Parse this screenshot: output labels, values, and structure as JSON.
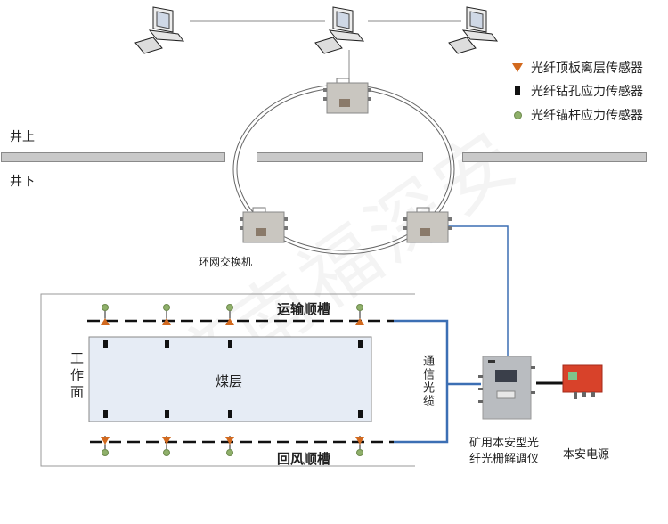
{
  "legend": {
    "items": [
      {
        "label": "光纤顶板离层传感器",
        "icon": "orange-triangle"
      },
      {
        "label": "光纤钻孔应力传感器",
        "icon": "black-rect"
      },
      {
        "label": "光纤锚杆应力传感器",
        "icon": "green-dot"
      }
    ]
  },
  "levels": {
    "surface": "井上",
    "underground": "井下"
  },
  "network": {
    "computers": [
      "computer-left",
      "computer-center",
      "computer-right"
    ],
    "ring_switch_label": "环网交换机"
  },
  "workface": {
    "label": "工作面",
    "coal_seam": "煤层",
    "transport_roadway": "运输顺槽",
    "return_roadway": "回风顺槽",
    "cable_label": "通信光缆"
  },
  "devices": {
    "demodulator": "矿用本安型光纤光栅解调仪",
    "demodulator_line1": "矿用本安型光",
    "demodulator_line2": "纤光栅解调仪",
    "power_supply": "本安电源"
  },
  "watermark": "济南福深安",
  "colors": {
    "sensor_triangle": "#d2691e",
    "sensor_dot": "#8fb06a",
    "cable_blue": "#3c6fb4",
    "coal_fill": "#e6ecf5",
    "bar_fill": "#c9c9c9",
    "power_red": "#d8422a"
  }
}
